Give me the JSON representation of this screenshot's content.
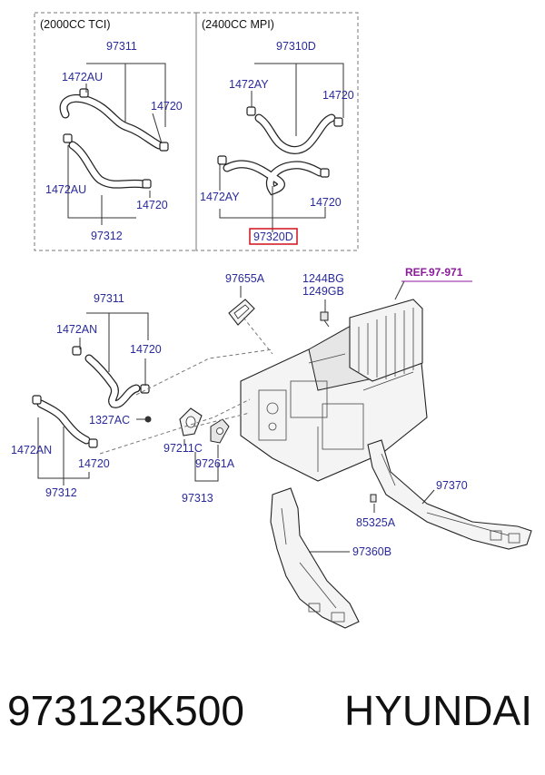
{
  "panels": {
    "left_header": "(2000CC TCI)",
    "right_header": "(2400CC MPI)"
  },
  "labels": {
    "tl_97311": "97311",
    "tl_1472AU_a": "1472AU",
    "tl_14720_a": "14720",
    "tl_1472AU_b": "1472AU",
    "tl_14720_b": "14720",
    "tl_97312": "97312",
    "tr_97310D": "97310D",
    "tr_1472AY_a": "1472AY",
    "tr_14720_a": "14720",
    "tr_1472AY_b": "1472AY",
    "tr_14720_b": "14720",
    "tr_97320D": "97320D",
    "m_97655A": "97655A",
    "m_1244BG": "1244BG",
    "m_1249GB": "1249GB",
    "m_ref": "REF.97-971",
    "m_97311": "97311",
    "m_1472AN_a": "1472AN",
    "m_14720_a": "14720",
    "m_1327AC": "1327AC",
    "m_1472AN_b": "1472AN",
    "m_14720_b": "14720",
    "m_97312": "97312",
    "m_97211C": "97211C",
    "m_97261A": "97261A",
    "m_97313": "97313",
    "m_97370": "97370",
    "m_85325A": "85325A",
    "m_97360B": "97360B"
  },
  "highlight_color": "#d0101a",
  "footer": {
    "part_number": "973123K500",
    "brand": "HYUNDAI"
  }
}
